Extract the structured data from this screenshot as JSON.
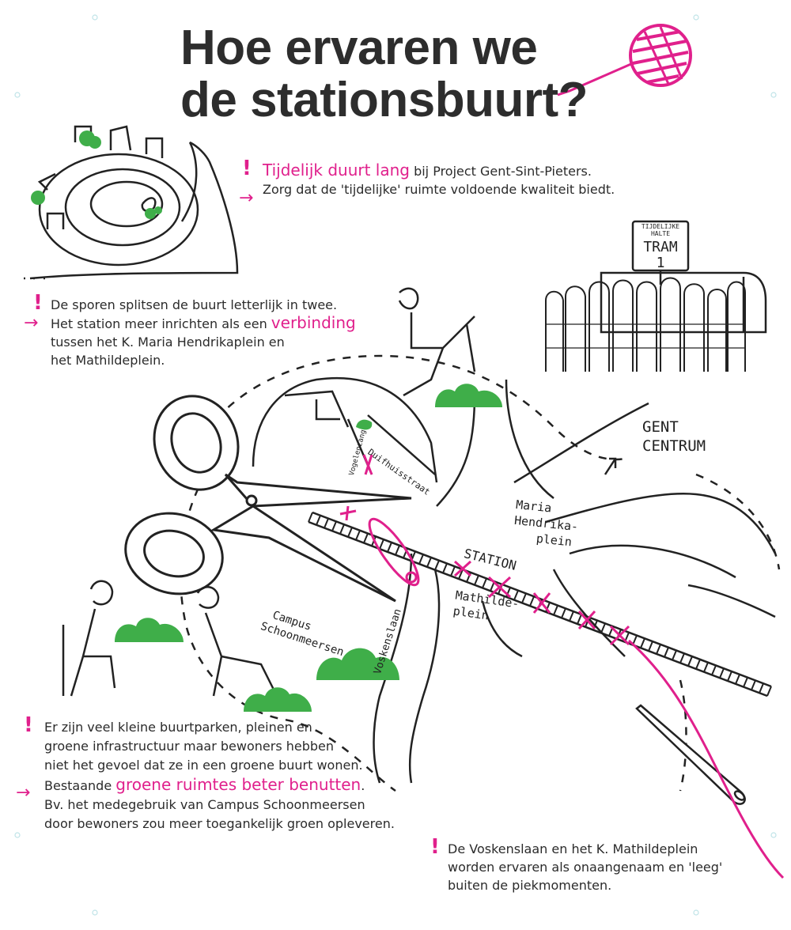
{
  "title": {
    "line1": "Hoe ervaren we",
    "line2": "de stationsbuurt?"
  },
  "notes": {
    "temporary": {
      "highlight": "Tijdelijk duurt lang",
      "rest": " bij Project Gent-Sint-Pieters.",
      "line2": "Zorg dat de 'tijdelijke' ruimte voldoende kwaliteit biedt."
    },
    "tracks": {
      "line1": "De sporen splitsen de buurt letterlijk in twee.",
      "line2_pre": "Het station meer inrichten als een ",
      "line2_hl": "verbinding",
      "line3": "tussen het K. Maria Hendrikaplein en",
      "line4": "het Mathildeplein."
    },
    "green": {
      "line1": "Er zijn veel kleine buurtparken, pleinen en",
      "line2": "groene infrastructuur maar bewoners hebben",
      "line3": "niet het gevoel dat ze in een groene buurt wonen.",
      "line4_pre": "Bestaande ",
      "line4_hl": "groene ruimtes beter benutten",
      "line4_post": ".",
      "line5": "Bv. het medegebruik van Campus Schoonmeersen",
      "line6": "door bewoners zou meer toegankelijk groen opleveren."
    },
    "voskenslaan": {
      "line1": "De Voskenslaan en het K. Mathildeplein",
      "line2": "worden ervaren als onaangenaam en 'leeg'",
      "line3": "buiten de piekmomenten."
    }
  },
  "map_labels": {
    "tram_sign_top": "TIJDELIJKE",
    "tram_sign_top2": "HALTE",
    "tram_sign_main": "TRAM",
    "tram_sign_num": "1",
    "gent": "GENT",
    "centrum": "CENTRUM",
    "maria1": "Maria",
    "maria2": "Hendrika-",
    "maria3": "plein",
    "station": "STATION",
    "mathilde1": "Mathilde-",
    "mathilde2": "plein",
    "campus1": "Campus",
    "campus2": "Schoonmeersen",
    "voskenslaan": "Voskenslaan",
    "duifhuisstraat": "Duifhuisstraat",
    "vogelenzang": "Vogelenzang"
  },
  "symbols": {
    "exclamation": "!",
    "arrow": "→"
  },
  "colors": {
    "accent": "#e0208c",
    "green": "#3fae49",
    "ink": "#222222",
    "text": "#2b2b2b"
  },
  "icons": [
    "yarn-ball-icon",
    "scissors-icon",
    "safety-pin-icon",
    "needle-icon",
    "snail-icon",
    "tram-icon"
  ]
}
